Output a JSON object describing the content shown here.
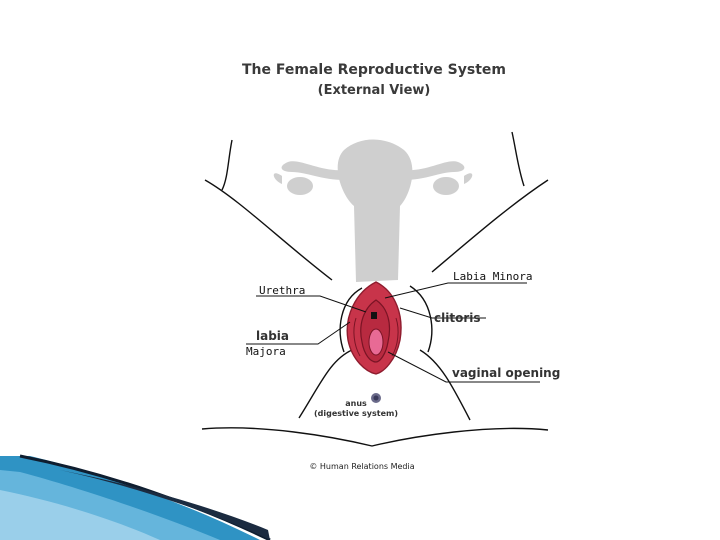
{
  "diagram": {
    "title": "The Female Reproductive System",
    "subtitle": "(External View)",
    "labels": {
      "urethra": "Urethra",
      "labia_minora": "Labia Minora",
      "clitoris": "clitoris",
      "labia": "labia",
      "majora": "Majora",
      "vaginal_opening": "vaginal opening",
      "anus": "anus",
      "anus_note": "(digestive system)"
    },
    "credit": "© Human Relations Media"
  },
  "colors": {
    "organ_gray": "#cfcfcf",
    "vulva_red": "#c8344a",
    "vulva_dark": "#8e1c2e",
    "opening_pink": "#e86a95",
    "accent_blue": "#2f93c4"
  }
}
